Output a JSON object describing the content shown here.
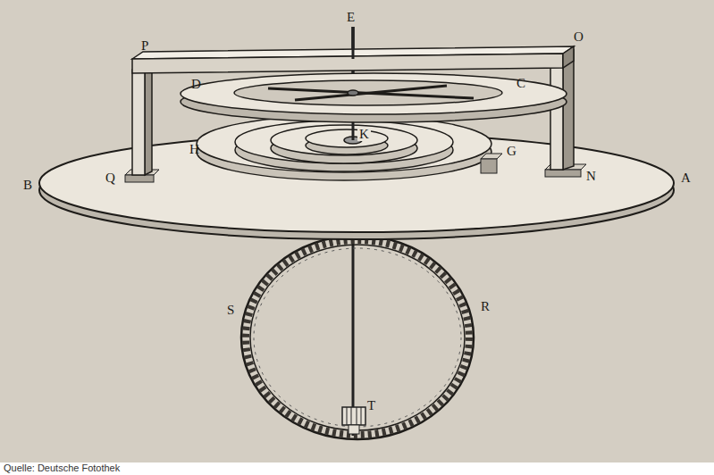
{
  "diagram": {
    "labels": [
      "P",
      "E",
      "O",
      "D",
      "C",
      "Q",
      "H",
      "K",
      "G",
      "N",
      "B",
      "A",
      "S",
      "R",
      "T",
      "Quelle: Deutsche Fotothek"
    ]
  }
}
